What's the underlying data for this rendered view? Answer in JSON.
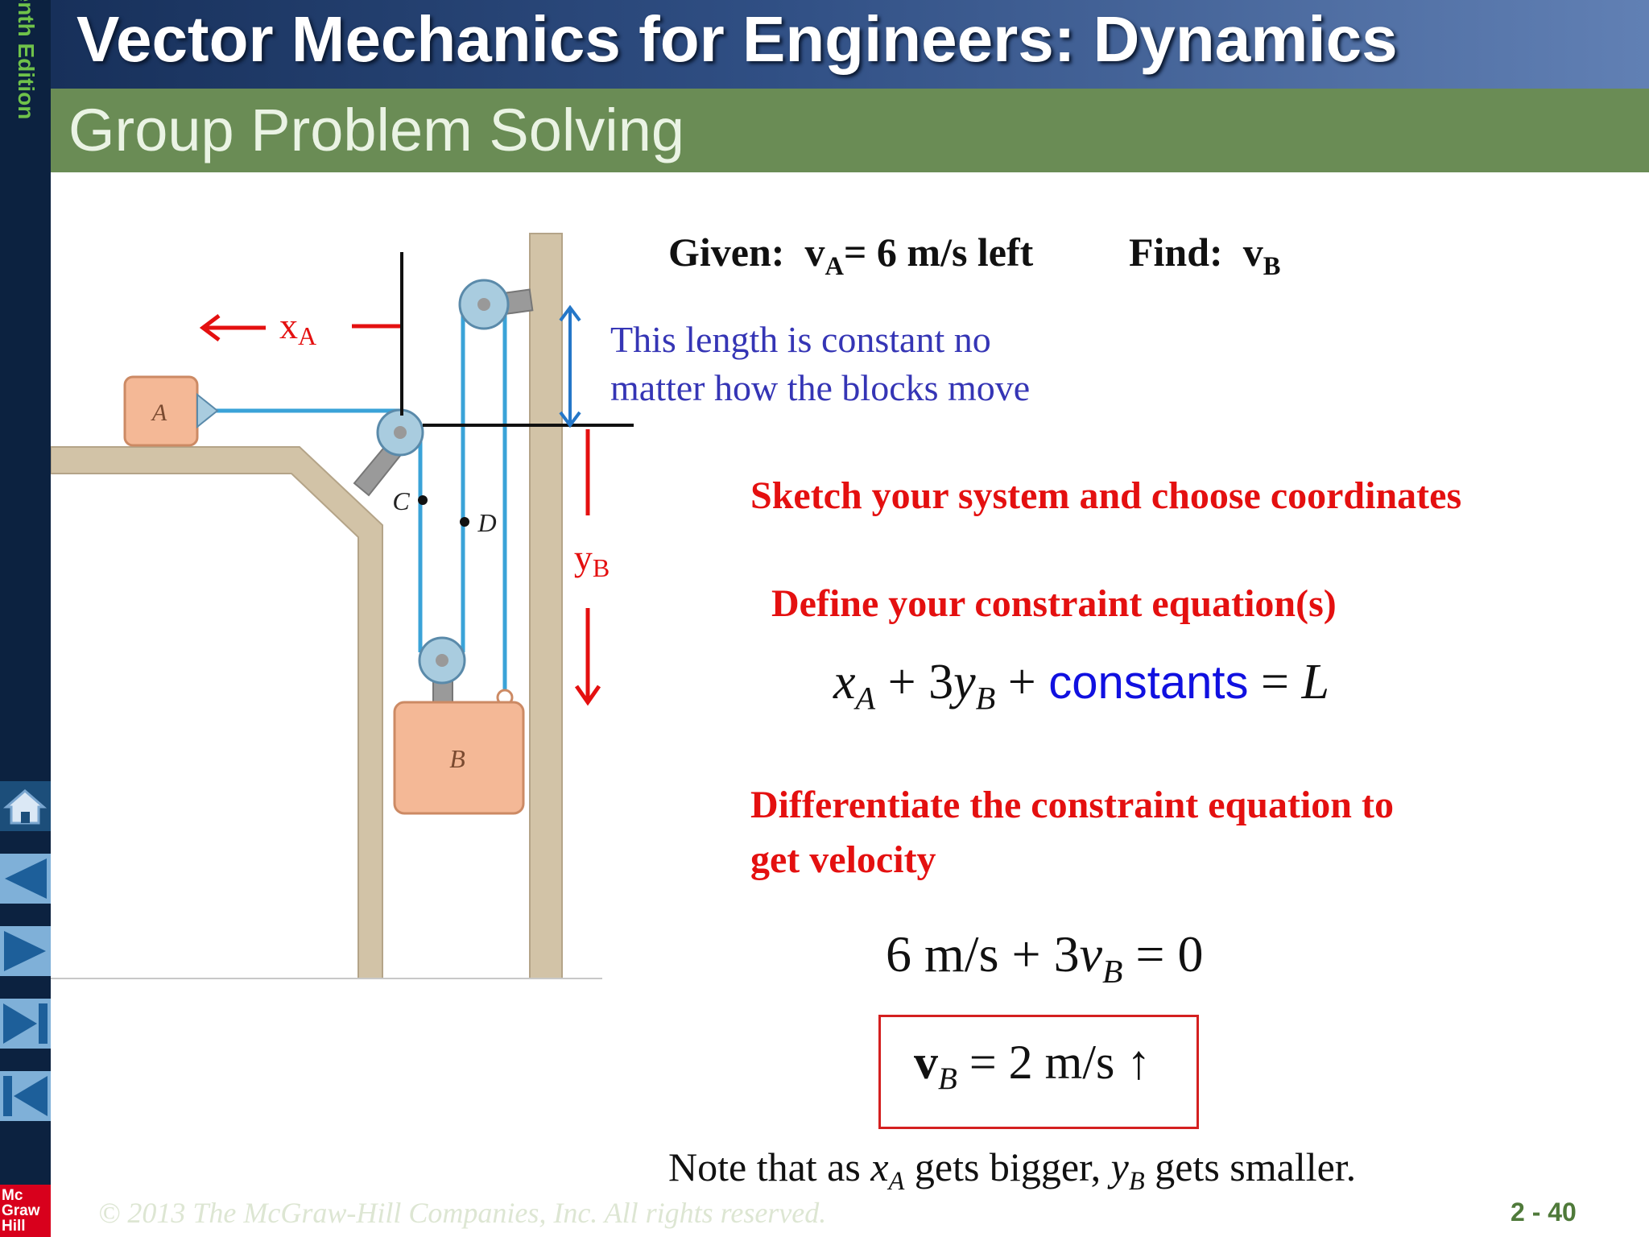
{
  "header": {
    "title": "Vector Mechanics for Engineers: Dynamics",
    "subtitle": "Group Problem Solving",
    "edition": "Tenth Edition"
  },
  "sidebar": {
    "nav": [
      "home-icon",
      "back-icon",
      "forward-icon",
      "last-icon",
      "first-icon"
    ],
    "logo_lines": [
      "Mc",
      "Graw",
      "Hill"
    ]
  },
  "diagram": {
    "label_xA": "x",
    "label_xA_sub": "A",
    "label_yB": "y",
    "label_yB_sub": "B",
    "block_a": "A",
    "block_b": "B",
    "point_c": "C",
    "point_d": "D"
  },
  "content": {
    "given_label": "Given:",
    "given_v": "v",
    "given_v_sub": "A",
    "given_value": "= 6 m/s left",
    "find_label": "Find:",
    "find_v": "v",
    "find_v_sub": "B",
    "note_line1": "This length is constant no",
    "note_line2": "matter how the blocks move",
    "step1": "Sketch your system and choose coordinates",
    "step2": "Define your constraint equation(s)",
    "eq1_x": "x",
    "eq1_x_sub": "A",
    "eq1_plus1": "+ 3",
    "eq1_y": "y",
    "eq1_y_sub": "B",
    "eq1_plus2": "+",
    "eq1_constants": "constants",
    "eq1_equals": "=",
    "eq1_L": "L",
    "step3_line1": "Differentiate the constraint equation to",
    "step3_line2": "get velocity",
    "eq2_left": "6 m/s + 3",
    "eq2_v": "v",
    "eq2_v_sub": "B",
    "eq2_right": "= 0",
    "answer_v": "v",
    "answer_sub": "B",
    "answer_value": "= 2 m/s",
    "answer_arrow": "↑",
    "final_note_1": "Note that as",
    "final_note_x": "x",
    "final_note_x_sub": "A",
    "final_note_2": "gets bigger,",
    "final_note_y": "y",
    "final_note_y_sub": "B",
    "final_note_3": "gets smaller."
  },
  "footer": {
    "copyright": "© 2013 The McGraw-Hill Companies, Inc. All rights reserved.",
    "page": "2 - 40"
  },
  "colors": {
    "title_bar": "#304f84",
    "subtitle_bar": "#6a8c55",
    "sidebar": "#0c2240",
    "accent_red": "#e41010",
    "accent_blue": "#3535b5"
  }
}
